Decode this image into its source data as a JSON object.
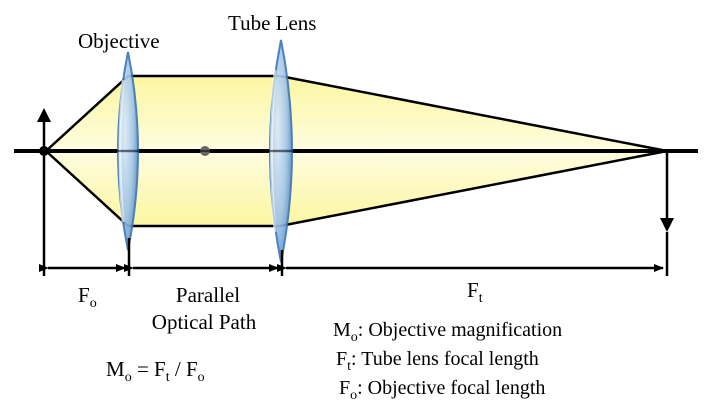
{
  "labels": {
    "objective": "Objective",
    "tube_lens": "Tube Lens",
    "parallel_line1": "Parallel",
    "parallel_line2": "Optical Path"
  },
  "dimensions": {
    "fo": {
      "main": "F",
      "sub": "o"
    },
    "ft": {
      "main": "F",
      "sub": "t"
    }
  },
  "formula": {
    "m": "M",
    "m_sub": "o",
    "eq": " = F",
    "ft_sub": "t",
    "div": " / F",
    "fo_sub": "o"
  },
  "legend": [
    {
      "sym": "M",
      "sub": "o",
      "text": ": Objective magnification"
    },
    {
      "sym": "F",
      "sub": "t",
      "text": ": Tube lens focal length"
    },
    {
      "sym": "F",
      "sub": "o",
      "text": ": Objective focal length"
    }
  ],
  "colors": {
    "beam_fill": "#fdfaa6",
    "lens_body": "#8fb8e3",
    "lens_edge": "#2f6fb0",
    "line": "#000000"
  }
}
